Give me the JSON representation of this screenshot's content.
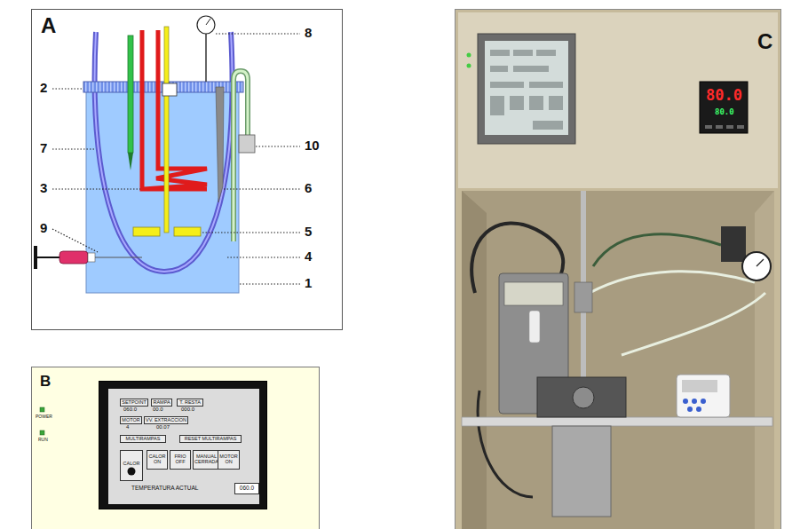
{
  "diagram": {
    "nodes": [
      {
        "text": [
          "A"
        ]
      },
      {
        "text": [
          "C"
        ]
      },
      {
        "text": [
          "B"
        ]
      },
      {
        "text": [
          "TEMPERATURA ACTUAL"
        ],
        "in": 2
      },
      {
        "text": [
          "SETPOINT"
        ],
        "in": 3
      },
      {
        "text": [
          "RAMPA"
        ],
        "in": 3
      },
      {
        "text": [
          "T. RESTA"
        ],
        "in": 3
      },
      {
        "text": [
          "MOTOR"
        ],
        "in": 3
      },
      {
        "text": [
          "VV. EXTRACCION"
        ],
        "in": 3
      },
      {
        "text": [
          "MULTIRAMPAS"
        ],
        "in": 3
      },
      {
        "text": [
          "RESET MULTIRAMPAS"
        ],
        "in": 3
      },
      {
        "text": [
          "CALOR"
        ],
        "in": 3
      },
      {
        "text": [
          "CALOR ON"
        ],
        "in": 3
      },
      {
        "text": [
          "FRIO OFF"
        ],
        "in": 3
      },
      {
        "text": [
          "MANUAL CERRADA"
        ],
        "in": 3
      },
      {
        "text": [
          "MOTOR ON"
        ],
        "in": 3
      },
      {
        "text": [
          "060.0"
        ],
        "in": 3
      }
    ],
    "labels": [
      "2",
      "7",
      "3",
      "9",
      "8",
      "10",
      "6",
      "5",
      "4",
      "1",
      "060.0",
      "00.0",
      "000.0",
      "4",
      "00.07",
      "POWER",
      "RUN",
      "80.0",
      "80.0"
    ]
  }
}
